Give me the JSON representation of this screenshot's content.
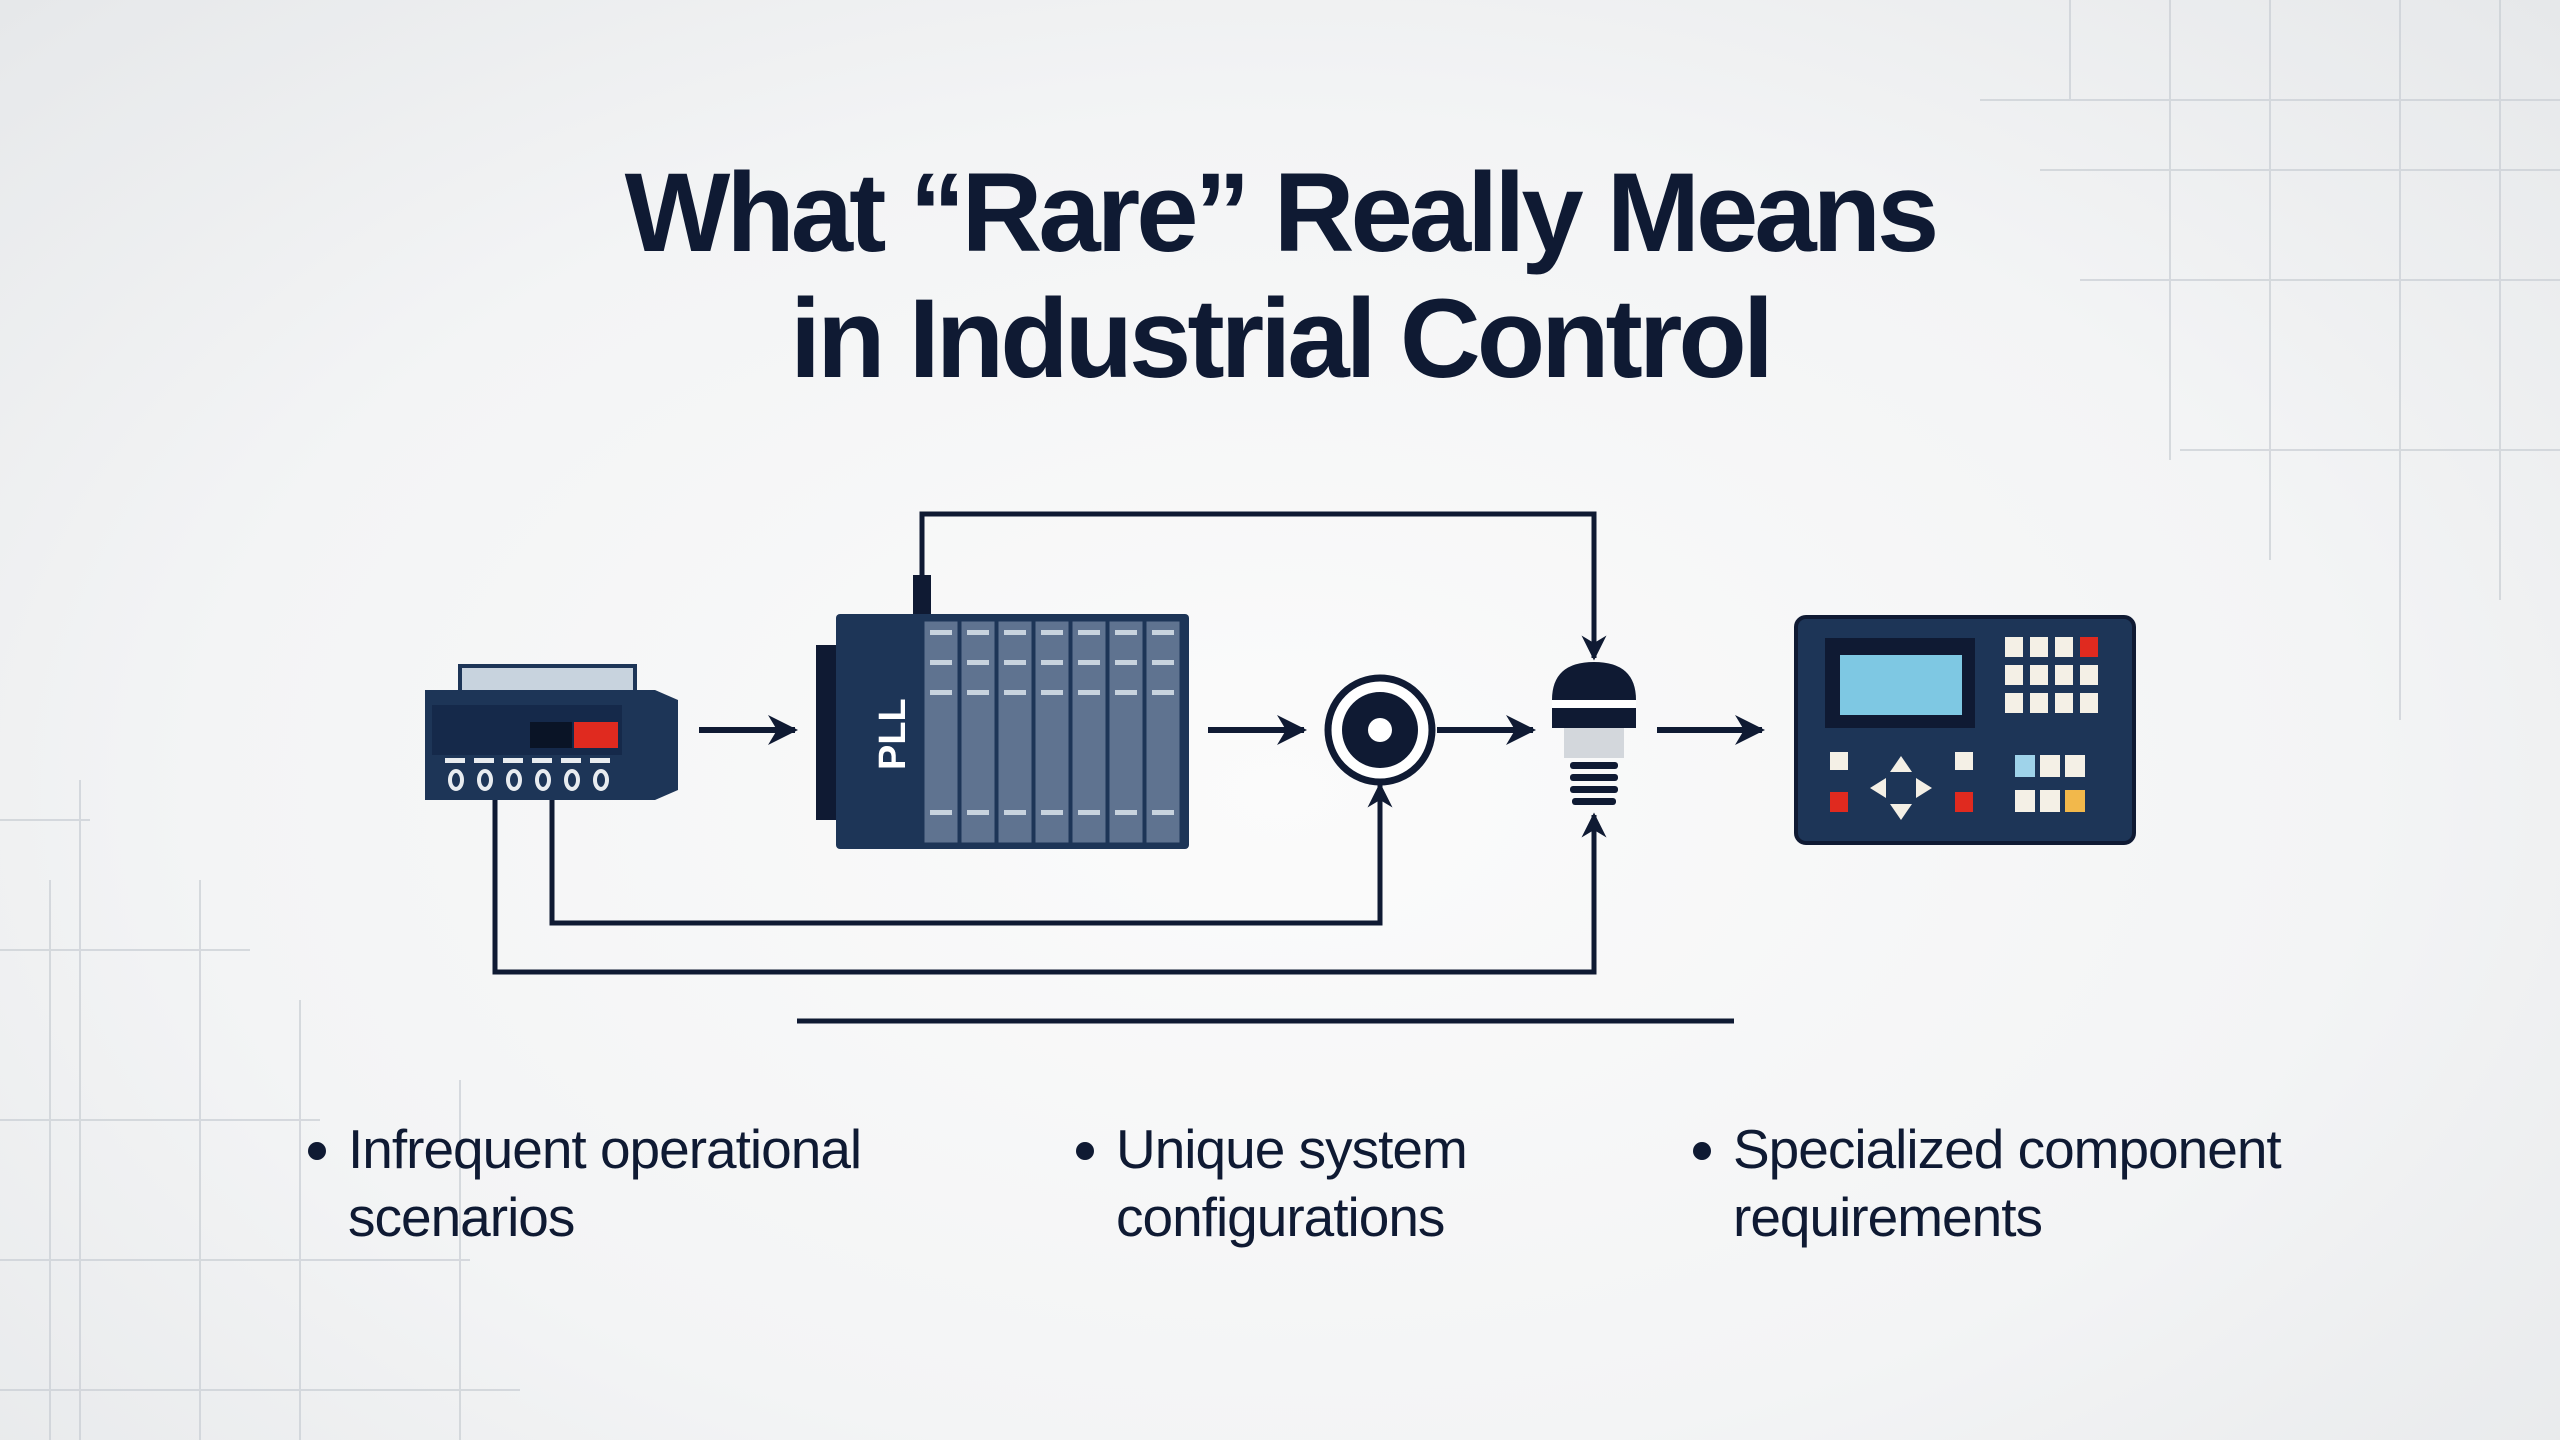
{
  "title": {
    "line1": "What “Rare” Really Means",
    "line2": "in Industrial Control"
  },
  "diagram": {
    "plc_label": "PLL",
    "nodes": [
      "input-device-icon",
      "plc-rack-icon",
      "sensor-ring-icon",
      "actuator-valve-icon",
      "control-panel-icon"
    ]
  },
  "bullets": [
    {
      "line1": "Infrequent operational",
      "line2": "scenarios"
    },
    {
      "line1": "Unique system",
      "line2": "configurations"
    },
    {
      "line1": "Specialized component",
      "line2": "requirements"
    }
  ],
  "colors": {
    "navy": "#0f1a33",
    "device_blue": "#1d3557",
    "module_gray": "#5f7390",
    "screen_blue": "#7ec8e3",
    "alert_red": "#e02a1f",
    "key_amber": "#f2b84b"
  }
}
